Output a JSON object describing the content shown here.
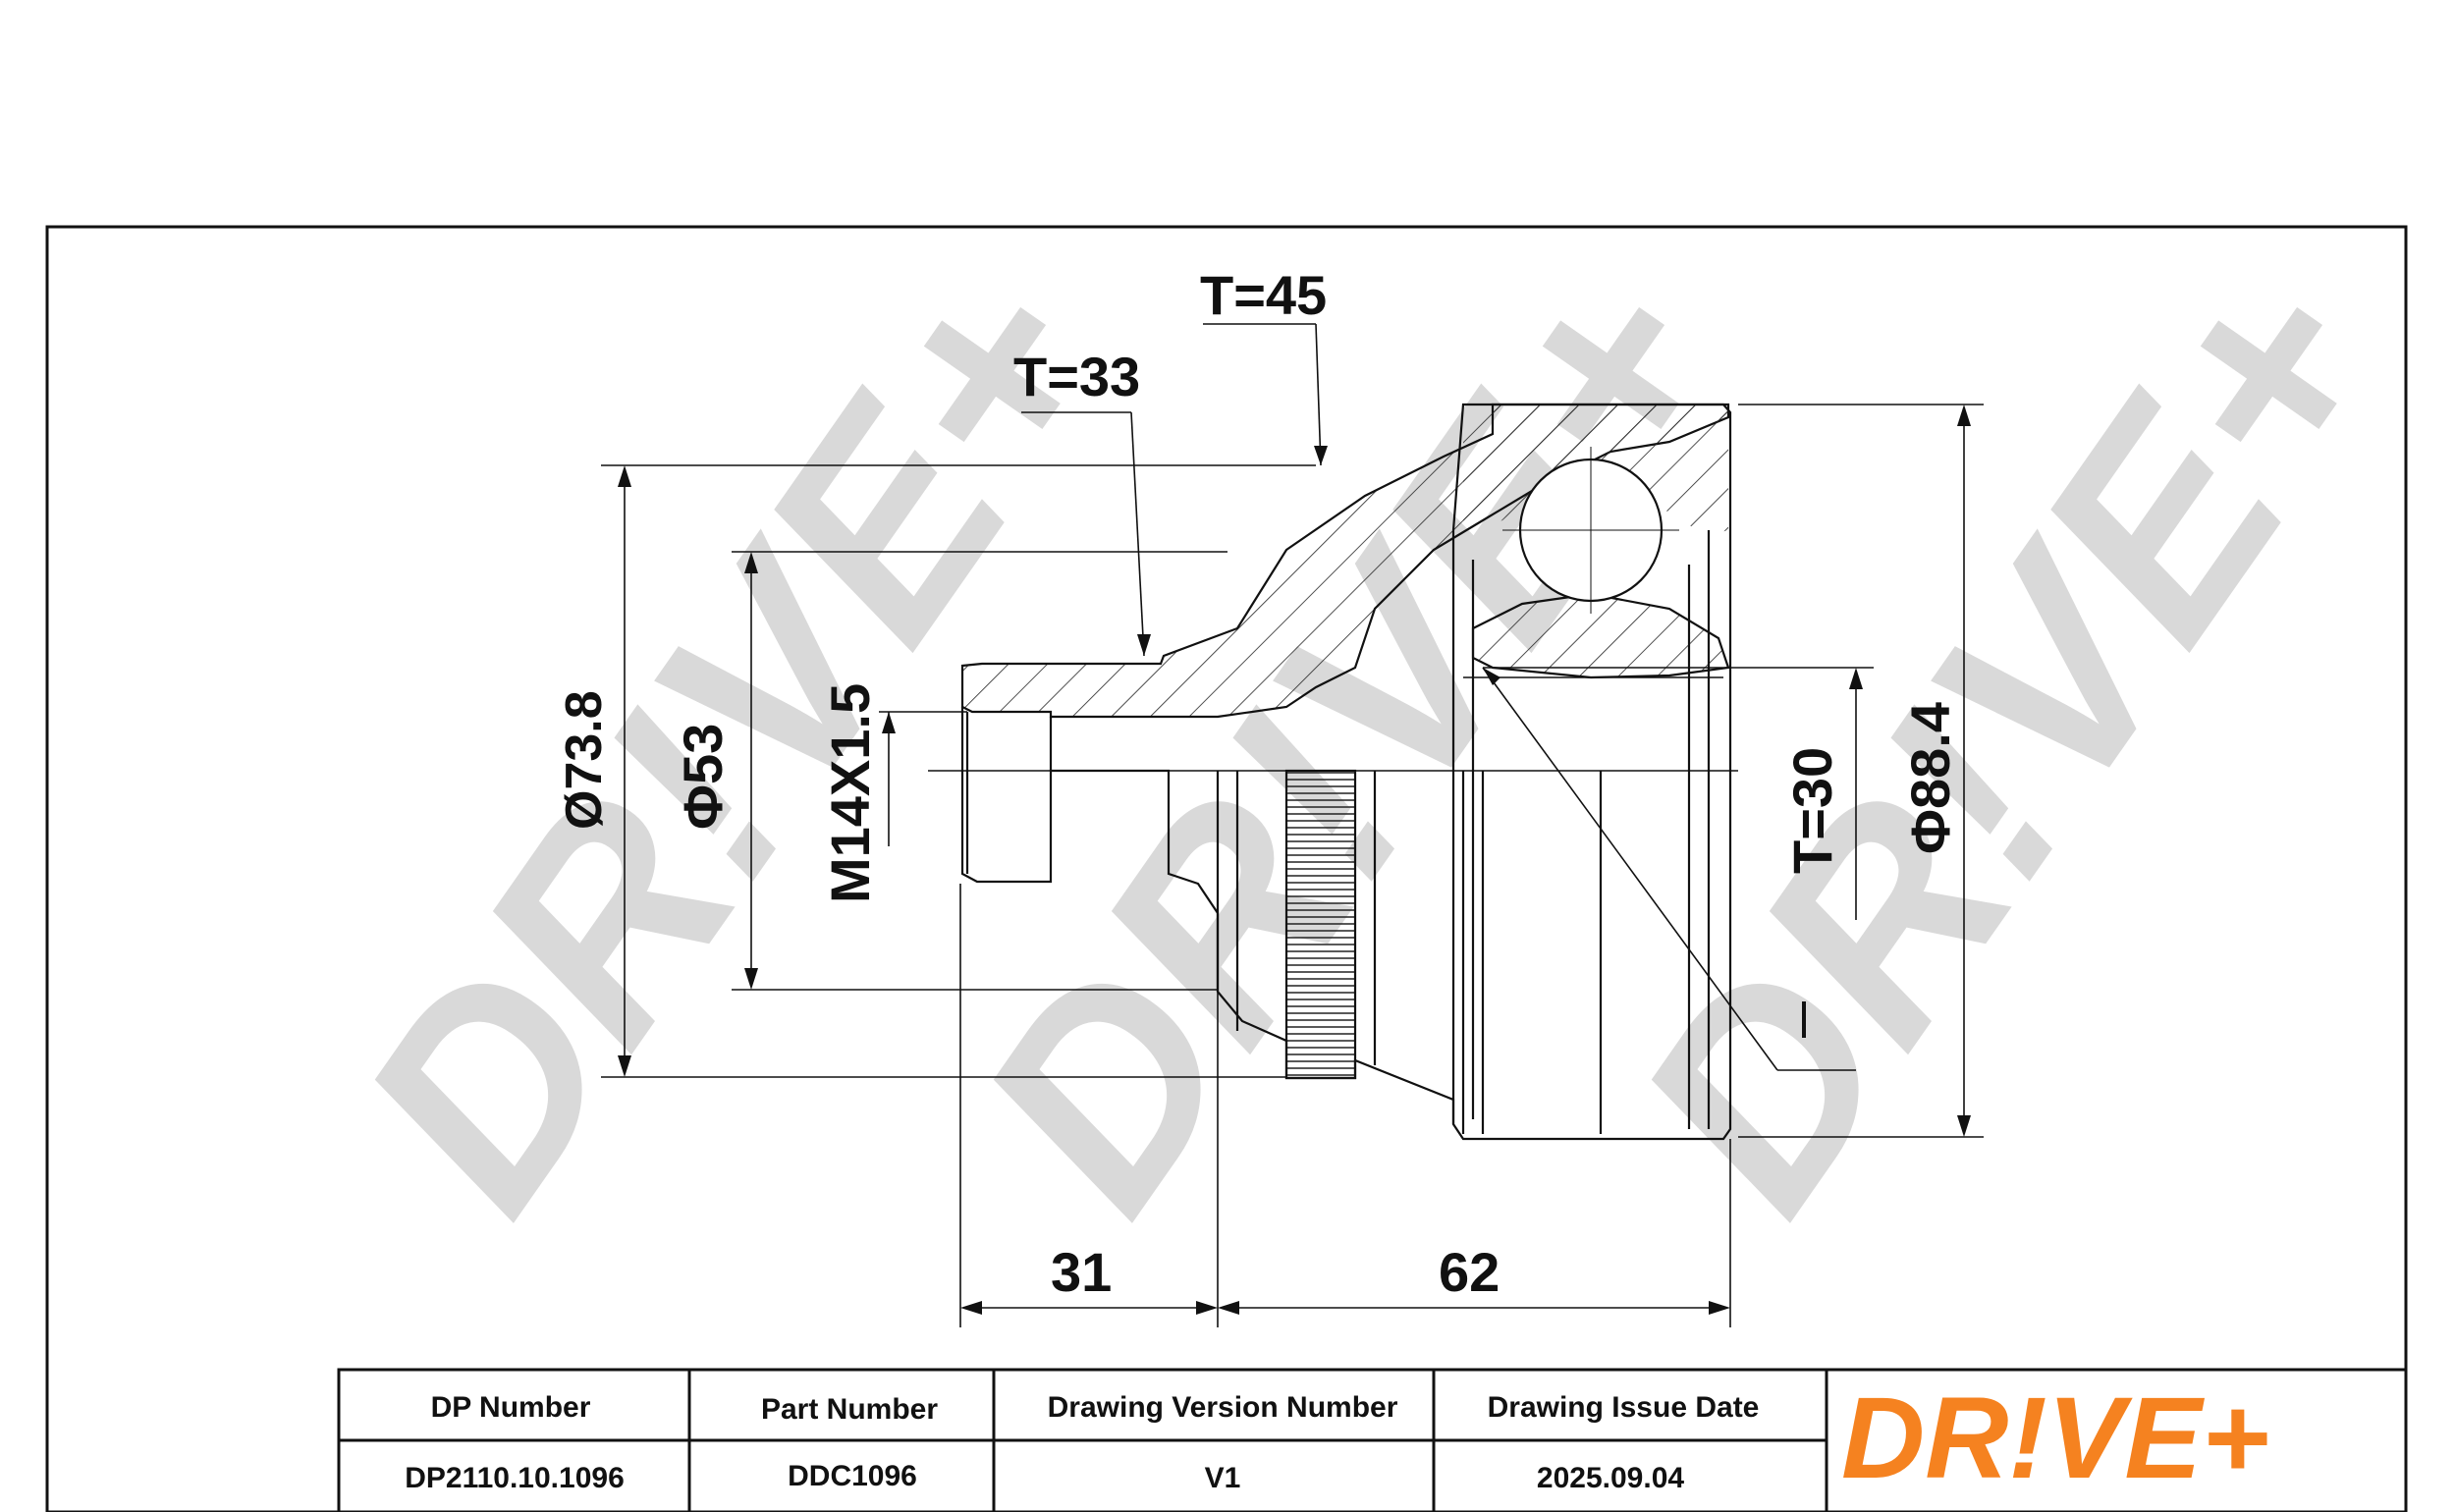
{
  "watermark": {
    "text": "DR!VE+",
    "color": "#d9d9d9"
  },
  "dimensions": {
    "t45": "T=45",
    "t33": "T=33",
    "d73": "Ø73.8",
    "d53": "Φ53",
    "thread": "M14X1.5",
    "t30": "T=30",
    "d88": "Φ88.4",
    "len31": "31",
    "len62": "62"
  },
  "title_block": {
    "headers": [
      "DP Number",
      "Part Number",
      "Drawing Version Number",
      "Drawing Issue Date"
    ],
    "values": [
      "DP2110.10.1096",
      "DDC1096",
      "V1",
      "2025.09.04"
    ]
  },
  "logo": {
    "text": "DR!VE+",
    "color": "#f58220"
  }
}
